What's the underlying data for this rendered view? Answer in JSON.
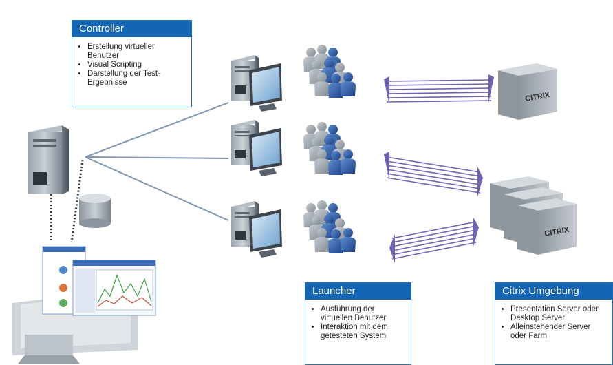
{
  "controller": {
    "title": "Controller",
    "items": [
      "Erstellung virtueller Benutzer",
      "Visual Scripting",
      "Darstellung der Test-Ergebnisse"
    ]
  },
  "launcher": {
    "title": "Launcher",
    "items": [
      "Ausführung der virtuellen Benutzer",
      "Interaktion mit dem getesteten System"
    ]
  },
  "citrix": {
    "title": "Citrix Umgebung",
    "items": [
      "Presentation Server oder Desktop Server",
      "Alleinstehender Server oder Farm"
    ]
  },
  "server_logo": "CITRIX",
  "colors": {
    "accent": "#1466b4",
    "link_line": "#7f98b0",
    "arrow": "#6d63b3"
  }
}
